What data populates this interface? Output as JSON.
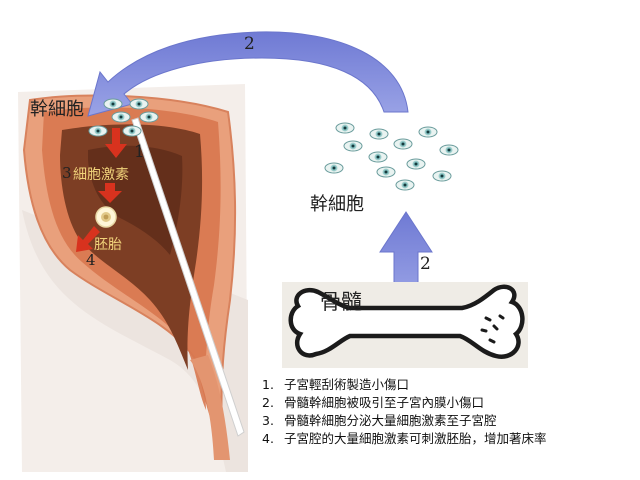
{
  "labels": {
    "stem_cells_uterus": "幹細胞",
    "stem_cells_free": "幹細胞",
    "bone": "骨髓",
    "hormones": "細胞激素",
    "embryo": "胚胎"
  },
  "step_markers": {
    "top_arrow": "2",
    "bone_arrow": "2",
    "scratch": "1",
    "hormones": "3",
    "embryo": "4"
  },
  "steps": [
    {
      "num": "1.",
      "text": "子宮輕刮術製造小傷口"
    },
    {
      "num": "2.",
      "text": "骨髓幹細胞被吸引至子宮內膜小傷口"
    },
    {
      "num": "3.",
      "text": "骨髓幹細胞分泌大量細胞激素至子宮腔"
    },
    {
      "num": "4.",
      "text": "子宮腔的大量細胞激素可刺激胚胎，增加著床率"
    }
  ],
  "colors": {
    "arrow_blue": "#7b86d8",
    "red_arrow": "#d8321e",
    "cell": "#6aa6a8",
    "uterus_outer": "#e8a07a",
    "uterus_inner": "#7a3b22"
  },
  "icons": {
    "stem_cell": "eye-shaped-cell-icon",
    "curette": "scraper-rod-icon",
    "embryo": "embryo-icon"
  }
}
